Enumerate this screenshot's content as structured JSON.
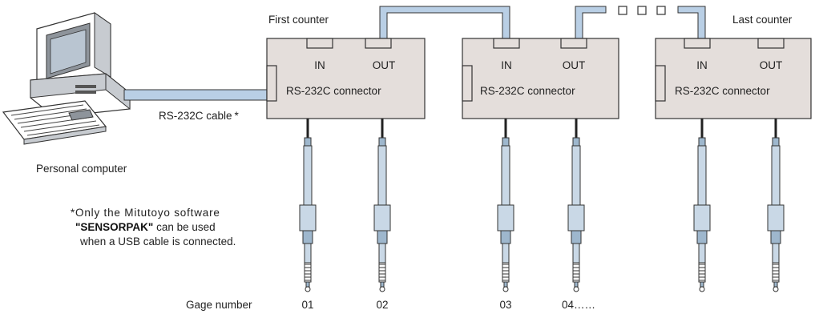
{
  "labels": {
    "first_counter": "First counter",
    "last_counter": "Last counter",
    "personal_computer": "Personal computer",
    "rs232c_cable": "RS-232C cable",
    "rs232c_cable_mark": "*",
    "gage_number": "Gage number"
  },
  "counters": [
    {
      "in": "IN",
      "out": "OUT",
      "connector": "RS-232C connector"
    },
    {
      "in": "IN",
      "out": "OUT",
      "connector": "RS-232C connector"
    },
    {
      "in": "IN",
      "out": "OUT",
      "connector": "RS-232C connector"
    }
  ],
  "gage_numbers": [
    "01",
    "02",
    "03",
    "04……"
  ],
  "note": {
    "line1": "*Only the Mitutoyo software",
    "line2_bold": "\"SENSORPAK\"",
    "line2_rest": " can be used",
    "line3": "when a USB cable is connected."
  },
  "colors": {
    "counter_fill": "#e4dedb",
    "cable_fill": "#b9cfe5",
    "probe_fill": "#c9d8e6"
  }
}
